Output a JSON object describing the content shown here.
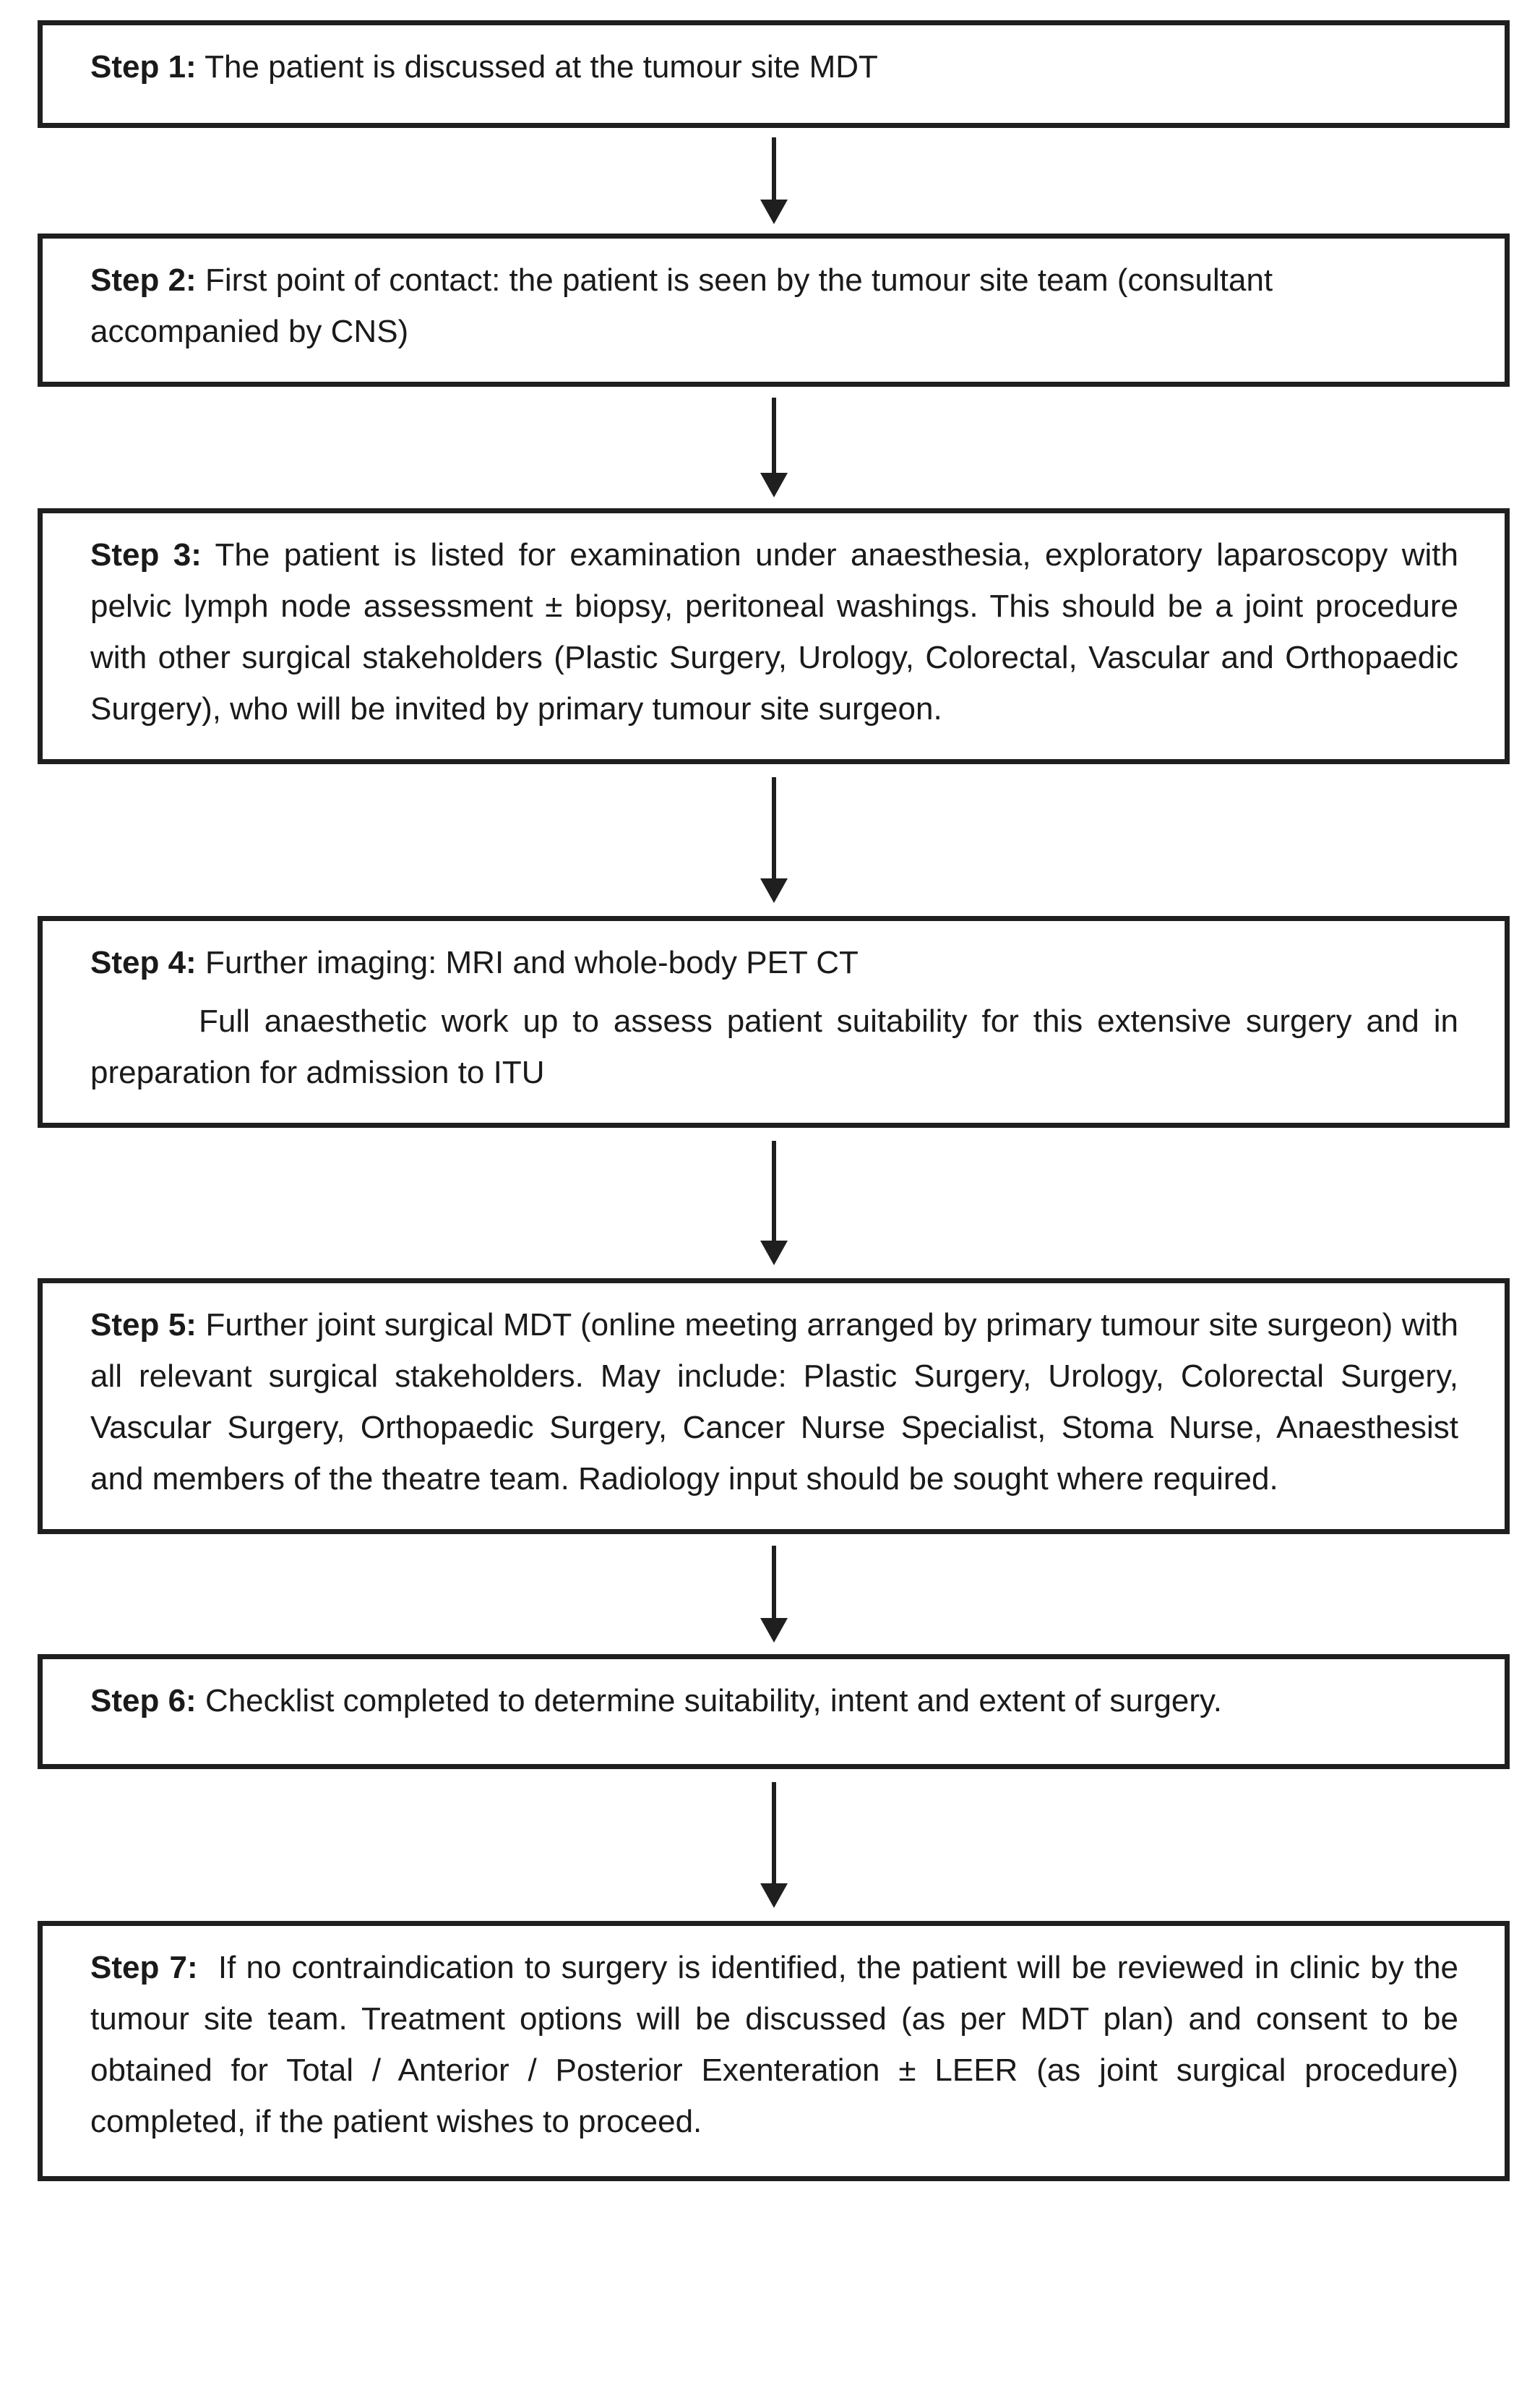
{
  "flowchart": {
    "colors": {
      "ink": "#1f1f1f",
      "paper": "#ffffff"
    },
    "steps": [
      {
        "label": "Step 1:",
        "body": "The patient is discussed at the tumour site MDT"
      },
      {
        "label": "Step 2:",
        "body": "First point of contact: the patient is seen by the tumour site team (consultant accompanied by CNS)"
      },
      {
        "label": "Step 3:",
        "body": "The patient is listed for examination under anaesthesia, exploratory laparoscopy with pelvic lymph node assessment ± biopsy, peritoneal washings. This should be a joint procedure with other surgical stakeholders (Plastic Surgery, Urology, Colorectal, Vascular and Orthopaedic Surgery), who will be invited by primary tumour site surgeon."
      },
      {
        "label": "Step 4:",
        "body": "Further imaging: MRI and whole-body PET CT",
        "body2": "Full anaesthetic work up to assess patient suitability for this extensive surgery and in preparation for admission to ITU"
      },
      {
        "label": "Step 5:",
        "body": "Further joint surgical MDT (online meeting arranged by primary tumour site surgeon) with all relevant surgical stakeholders. May include: Plastic Surgery, Urology, Colorectal Surgery, Vascular Surgery, Orthopaedic Surgery, Cancer Nurse Specialist, Stoma Nurse, Anaesthesist and members of the theatre team. Radiology input should be sought where required."
      },
      {
        "label": "Step 6:",
        "body": "Checklist completed to determine suitability, intent and extent of surgery."
      },
      {
        "label": "Step 7:",
        "body": "If no contraindication to surgery is identified, the patient will be reviewed in clinic by the tumour site team. Treatment options will be discussed (as per MDT plan) and consent to be obtained for Total / Anterior / Posterior Exenteration ± LEER (as joint surgical procedure) completed, if the patient wishes to proceed."
      }
    ]
  }
}
